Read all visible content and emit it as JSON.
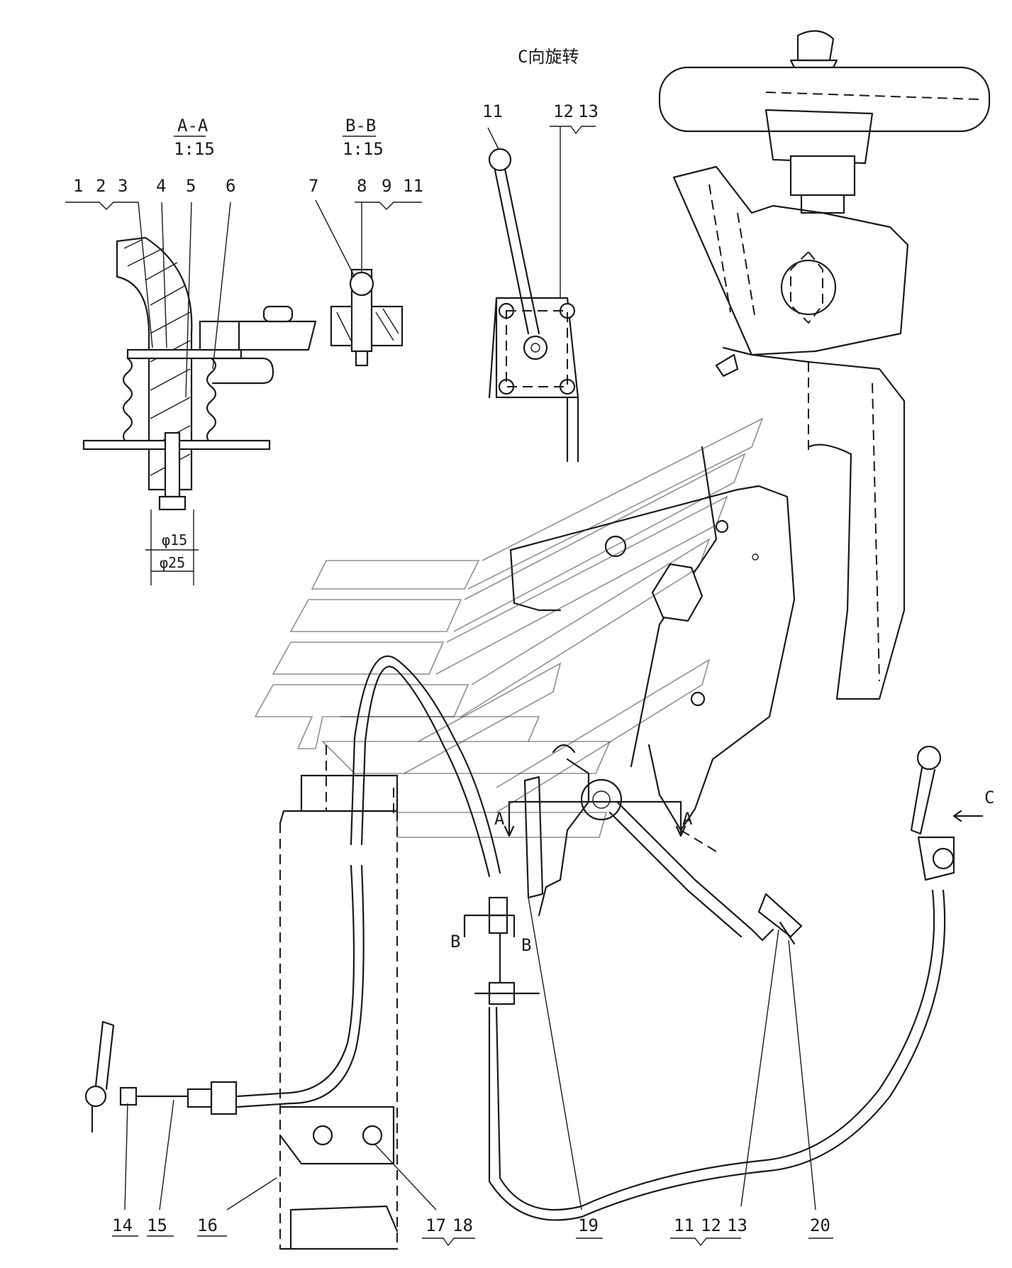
{
  "title": "C向旋转",
  "sections": {
    "aa": {
      "name": "A-A",
      "scale": "1:15"
    },
    "bb": {
      "name": "B-B",
      "scale": "1:15"
    }
  },
  "dimensions": {
    "d15": "φ15",
    "d25": "φ25"
  },
  "section_marks": {
    "a": "A",
    "b": "B",
    "c": "C"
  },
  "callouts_top": {
    "g123": [
      "1",
      "2",
      "3"
    ],
    "c4": "4",
    "c5": "5",
    "c6": "6",
    "c7": "7",
    "g8911": [
      "8",
      "9",
      "11"
    ],
    "c11": "11",
    "g1213": [
      "12",
      "13"
    ]
  },
  "callouts_bottom": {
    "c14": "14",
    "c15": "15",
    "c16": "16",
    "g1718": [
      "17",
      "18"
    ],
    "c19": "19",
    "g111213": [
      "11",
      "12",
      "13"
    ],
    "c20": "20"
  }
}
